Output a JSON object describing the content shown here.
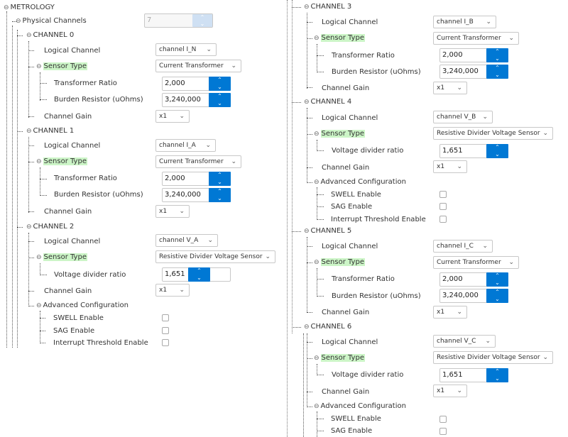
{
  "root": {
    "label": "METROLOGY"
  },
  "physical_channels": {
    "label": "Physical Channels",
    "value": "7"
  },
  "labels": {
    "logical_channel": "Logical Channel",
    "sensor_type": "Sensor Type",
    "transformer_ratio": "Transformer Ratio",
    "burden_resistor": "Burden Resistor (uOhms)",
    "voltage_divider_ratio": "Voltage divider ratio",
    "channel_gain": "Channel Gain",
    "advanced_configuration": "Advanced Configuration",
    "swell_enable": "SWELL Enable",
    "sag_enable": "SAG Enable",
    "interrupt_threshold_enable": "Interrupt Threshold Enable"
  },
  "channels": [
    {
      "name": "CHANNEL 0",
      "logical": "channel I_N",
      "sensor": "Current Transformer",
      "ratio": "2,000",
      "burden": "3,240,000",
      "gain": "x1"
    },
    {
      "name": "CHANNEL 1",
      "logical": "channel I_A",
      "sensor": "Current Transformer",
      "ratio": "2,000",
      "burden": "3,240,000",
      "gain": "x1"
    },
    {
      "name": "CHANNEL 2",
      "logical": "channel V_A",
      "sensor": "Resistive Divider Voltage Sensor",
      "divider": "1,651",
      "gain": "x1"
    },
    {
      "name": "CHANNEL 3",
      "logical": "channel I_B",
      "sensor": "Current Transformer",
      "ratio": "2,000",
      "burden": "3,240,000",
      "gain": "x1"
    },
    {
      "name": "CHANNEL 4",
      "logical": "channel V_B",
      "sensor": "Resistive Divider Voltage Sensor",
      "divider": "1,651",
      "gain": "x1"
    },
    {
      "name": "CHANNEL 5",
      "logical": "channel I_C",
      "sensor": "Current Transformer",
      "ratio": "2,000",
      "burden": "3,240,000",
      "gain": "x1"
    },
    {
      "name": "CHANNEL 6",
      "logical": "channel V_C",
      "sensor": "Resistive Divider Voltage Sensor",
      "divider": "1,651",
      "gain": "x1"
    }
  ]
}
